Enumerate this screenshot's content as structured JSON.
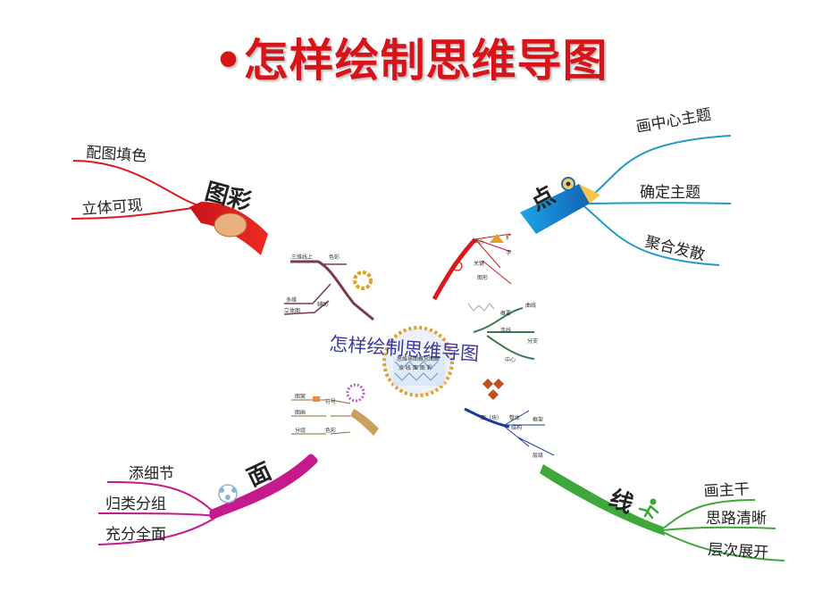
{
  "title": "•怎样绘制思维导图",
  "center": {
    "label": "怎样绘制思维导图",
    "sub1": "思维导图概念图解",
    "sub2": "点 线 面 图 彩"
  },
  "branches": {
    "dian": {
      "label": "点",
      "items": [
        "画中心主题",
        "确定主题",
        "聚合发散"
      ],
      "color": "#1e9bc8"
    },
    "tucai": {
      "label": "图彩",
      "items": [
        "配图填色",
        "立体可现"
      ],
      "color": "#d9191f"
    },
    "mian": {
      "label": "面",
      "items": [
        "添细节",
        "归类分组",
        "充分全面"
      ],
      "color": "#c41a8c"
    },
    "xian": {
      "label": "线",
      "items": [
        "画主干",
        "思路清晰",
        "层次展开"
      ],
      "color": "#3ea83a"
    }
  },
  "thumbnails": {
    "tl": [
      "三维线上",
      "色彩",
      "多维",
      "立体图",
      "辅助"
    ],
    "tr": [
      "中心",
      "扩",
      "关键",
      "字",
      "图形"
    ],
    "mr": [
      "概要",
      "曲线",
      "连线",
      "分支",
      "中心"
    ],
    "bl": [
      "图案",
      "图画",
      "分组",
      "符号",
      "色彩"
    ],
    "br": [
      "面（块）",
      "整体",
      "结构",
      "框架",
      "层级"
    ]
  }
}
